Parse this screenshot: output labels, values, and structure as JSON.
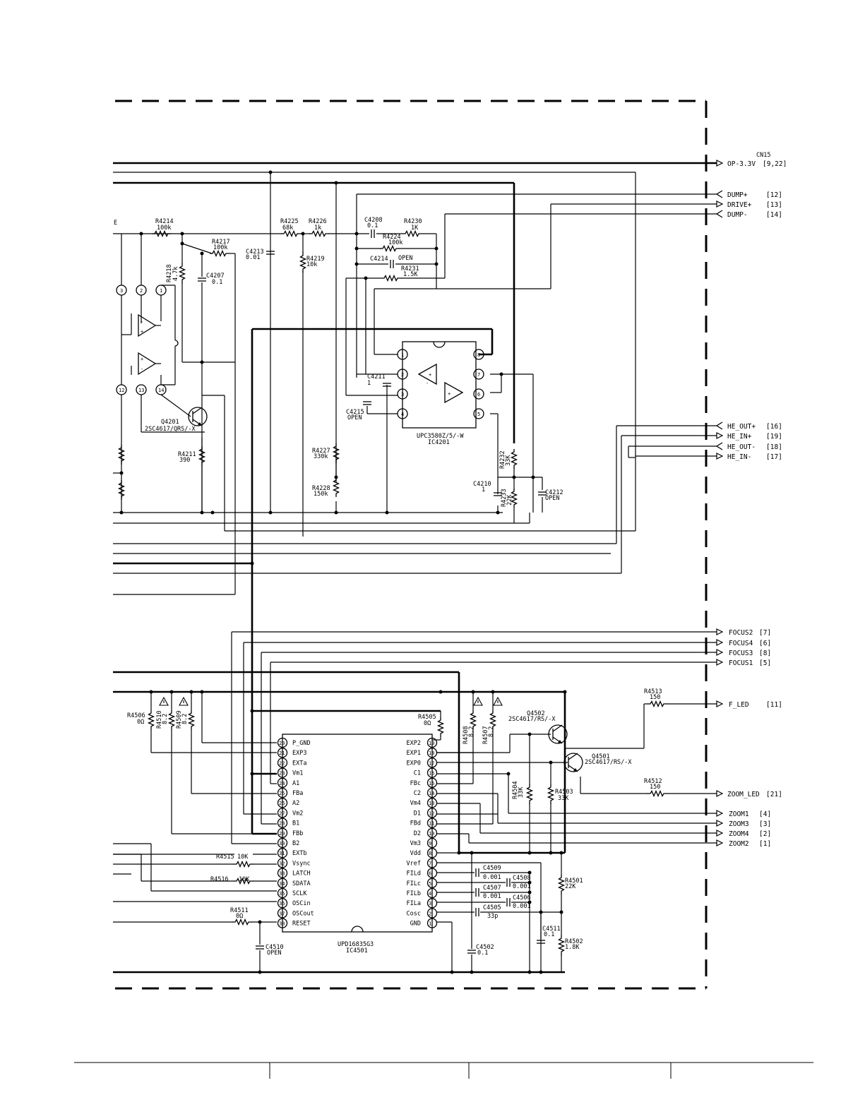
{
  "cn15": "CN15",
  "ports": [
    {
      "name": "OP-3.3V",
      "pin": "[9,22]"
    },
    {
      "name": "DUMP+",
      "pin": "[12]"
    },
    {
      "name": "DRIVE+",
      "pin": "[13]"
    },
    {
      "name": "DUMP-",
      "pin": "[14]"
    },
    {
      "name": "HE_OUT+",
      "pin": "[16]"
    },
    {
      "name": "HE_IN+",
      "pin": "[19]"
    },
    {
      "name": "HE_OUT-",
      "pin": "[18]"
    },
    {
      "name": "HE_IN-",
      "pin": "[17]"
    },
    {
      "name": "FOCUS2",
      "pin": "[7]"
    },
    {
      "name": "FOCUS4",
      "pin": "[6]"
    },
    {
      "name": "FOCUS3",
      "pin": "[8]"
    },
    {
      "name": "FOCUS1",
      "pin": "[5]"
    },
    {
      "name": "F_LED",
      "pin": "[11]"
    },
    {
      "name": "ZOOM_LED",
      "pin": "[21]"
    },
    {
      "name": "ZOOM1",
      "pin": "[4]"
    },
    {
      "name": "ZOOM3",
      "pin": "[3]"
    },
    {
      "name": "ZOOM4",
      "pin": "[2]"
    },
    {
      "name": "ZOOM2",
      "pin": "[1]"
    }
  ],
  "components": [
    {
      "ref": "R4214",
      "val": "100k"
    },
    {
      "ref": "R4217",
      "val": "100k"
    },
    {
      "ref": "R4218",
      "val": "4.7k"
    },
    {
      "ref": "C4207",
      "val": "0.1"
    },
    {
      "ref": "C4213",
      "val": "0.01"
    },
    {
      "ref": "R4225",
      "val": "68k"
    },
    {
      "ref": "R4226",
      "val": "1k"
    },
    {
      "ref": "R4219",
      "val": "10k"
    },
    {
      "ref": "C4208",
      "val": "0.1"
    },
    {
      "ref": "R4230",
      "val": "1K"
    },
    {
      "ref": "R4224",
      "val": "100k"
    },
    {
      "ref": "C4214",
      "val": "OPEN"
    },
    {
      "ref": "R4231",
      "val": "1.5K"
    },
    {
      "ref": "C4211",
      "val": "1"
    },
    {
      "ref": "C4215",
      "val": "OPEN"
    },
    {
      "ref": "Q4201",
      "val": "2SC4617/QRS/-X"
    },
    {
      "ref": "R4211",
      "val": "390"
    },
    {
      "ref": "R4227",
      "val": "330k"
    },
    {
      "ref": "R4228",
      "val": "150k"
    },
    {
      "ref": "R4232",
      "val": "33K"
    },
    {
      "ref": "C4210",
      "val": "1"
    },
    {
      "ref": "R4233",
      "val": "22K"
    },
    {
      "ref": "C4212",
      "val": "OPEN"
    },
    {
      "ref": "R4506",
      "val": "0Ω"
    },
    {
      "ref": "R4510",
      "val": "8.2"
    },
    {
      "ref": "R4509",
      "val": "8.2"
    },
    {
      "ref": "R4505",
      "val": "0Ω"
    },
    {
      "ref": "R4508",
      "val": "8.2"
    },
    {
      "ref": "R4507",
      "val": "8.2"
    },
    {
      "ref": "Q4502",
      "val": "2SC4617/RS/-X"
    },
    {
      "ref": "Q4501",
      "val": "2SC4617/RS/-X"
    },
    {
      "ref": "R4513",
      "val": "150"
    },
    {
      "ref": "R4512",
      "val": "150"
    },
    {
      "ref": "R4504",
      "val": "33K"
    },
    {
      "ref": "R4503",
      "val": "33K"
    },
    {
      "ref": "R4515",
      "val": "10K"
    },
    {
      "ref": "R4516",
      "val": "10K"
    },
    {
      "ref": "R4511",
      "val": "0Ω"
    },
    {
      "ref": "C4510",
      "val": "OPEN"
    },
    {
      "ref": "C4509",
      "val": "0.001"
    },
    {
      "ref": "C4508",
      "val": "0.001"
    },
    {
      "ref": "C4507",
      "val": "0.001"
    },
    {
      "ref": "C4506",
      "val": "0.001"
    },
    {
      "ref": "C4505",
      "val": "33p"
    },
    {
      "ref": "C4502",
      "val": "0.1"
    },
    {
      "ref": "C4511",
      "val": "0.1"
    },
    {
      "ref": "R4501",
      "val": "22K"
    },
    {
      "ref": "R4502",
      "val": "1.8K"
    }
  ],
  "ic4201": {
    "part": "UPC3580Z/5/-W",
    "ref": "IC4201"
  },
  "ic4501": {
    "part": "UPD16835G3",
    "ref": "IC4501",
    "left_pins": [
      {
        "num": "20",
        "name": "P_GND"
      },
      {
        "num": "21",
        "name": "EXP3"
      },
      {
        "num": "22",
        "name": "EXTa"
      },
      {
        "num": "23",
        "name": "Vm1"
      },
      {
        "num": "24",
        "name": "A1"
      },
      {
        "num": "25",
        "name": "FBa"
      },
      {
        "num": "26",
        "name": "A2"
      },
      {
        "num": "27",
        "name": "Vm2"
      },
      {
        "num": "28",
        "name": "B1"
      },
      {
        "num": "29",
        "name": "FBb"
      },
      {
        "num": "30",
        "name": "B2"
      },
      {
        "num": "31",
        "name": "EXTb"
      },
      {
        "num": "32",
        "name": "Vsync"
      },
      {
        "num": "33",
        "name": "LATCH"
      },
      {
        "num": "34",
        "name": "SDATA"
      },
      {
        "num": "35",
        "name": "SCLK"
      },
      {
        "num": "36",
        "name": "OSCin"
      },
      {
        "num": "37",
        "name": "OSCout"
      },
      {
        "num": "38",
        "name": "RESET"
      }
    ],
    "right_pins": [
      {
        "num": "19",
        "name": "EXP2"
      },
      {
        "num": "18",
        "name": "EXP1"
      },
      {
        "num": "17",
        "name": "EXP0"
      },
      {
        "num": "16",
        "name": "C1"
      },
      {
        "num": "15",
        "name": "FBc"
      },
      {
        "num": "14",
        "name": "C2"
      },
      {
        "num": "13",
        "name": "Vm4"
      },
      {
        "num": "12",
        "name": "D1"
      },
      {
        "num": "11",
        "name": "FBd"
      },
      {
        "num": "10",
        "name": "D2"
      },
      {
        "num": "9",
        "name": "Vm3"
      },
      {
        "num": "8",
        "name": "Vdd"
      },
      {
        "num": "7",
        "name": "Vref"
      },
      {
        "num": "6",
        "name": "FILd"
      },
      {
        "num": "5",
        "name": "FILc"
      },
      {
        "num": "4",
        "name": "FILb"
      },
      {
        "num": "3",
        "name": "FILa"
      },
      {
        "num": "2",
        "name": "Cosc"
      },
      {
        "num": "1",
        "name": "GND"
      }
    ]
  },
  "opamp_pins": [
    "3",
    "2",
    "1",
    "12",
    "13",
    "14"
  ],
  "ic4201_pins": [
    "1",
    "2",
    "3",
    "4",
    "8",
    "7",
    "6",
    "5"
  ],
  "left_label_fragment": "E"
}
